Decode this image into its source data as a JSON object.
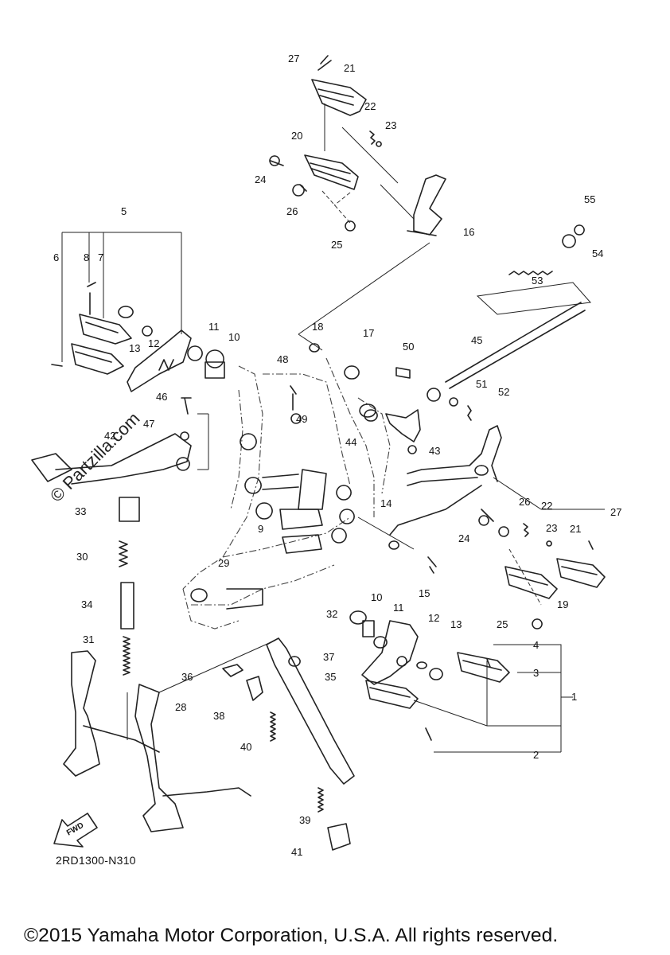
{
  "diagram_code": "2RD1300-N310",
  "copyright": "©2015 Yamaha Motor Corporation, U.S.A. All rights reserved.",
  "watermark": "© Partzilla.com",
  "fwd_label": "FWD",
  "callouts": [
    "27",
    "21",
    "22",
    "23",
    "20",
    "24",
    "26",
    "25",
    "16",
    "55",
    "54",
    "53",
    "5",
    "6",
    "8",
    "7",
    "13",
    "12",
    "11",
    "10",
    "18",
    "17",
    "50",
    "45",
    "48",
    "46",
    "49",
    "51",
    "52",
    "44",
    "43",
    "47",
    "42",
    "33",
    "14",
    "26",
    "22",
    "23",
    "27",
    "21",
    "9",
    "24",
    "30",
    "29",
    "15",
    "25",
    "19",
    "34",
    "32",
    "10",
    "11",
    "12",
    "13",
    "4",
    "3",
    "1",
    "31",
    "37",
    "36",
    "35",
    "28",
    "38",
    "40",
    "2",
    "39",
    "41"
  ]
}
